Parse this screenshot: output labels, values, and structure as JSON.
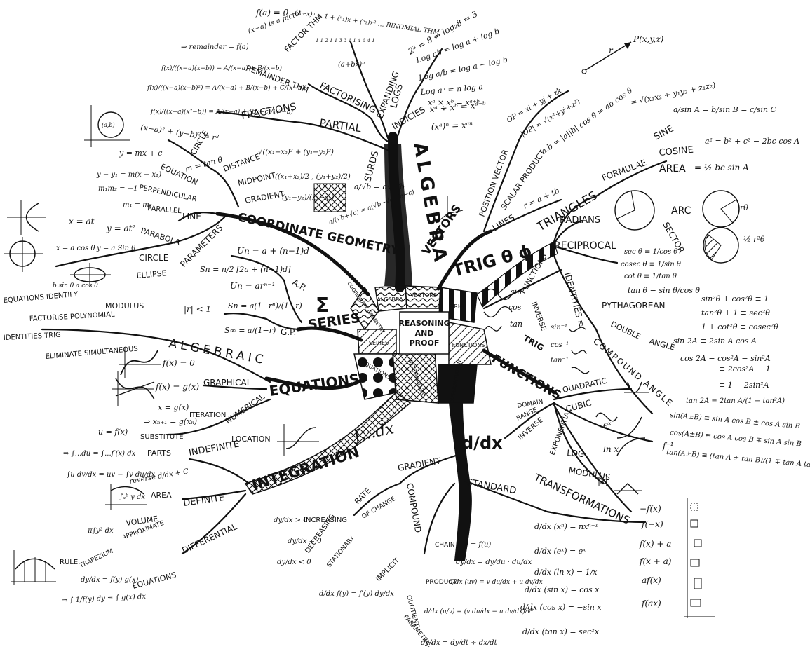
{
  "centre": {
    "top": "REASONING",
    "mid": "AND",
    "bottom": "PROOF"
  },
  "pieces": {
    "algebra": "ALGEBRA",
    "vectors": "VECTORS",
    "trig": "TRIG",
    "functions": "FUNCTIONS",
    "series": "SERIES",
    "equations": "EQUATIONS",
    "integration": "INTEGRATION",
    "differentiation": "DIFFERENTIATION",
    "coordinate_geometry": "COORDINATE GEOMETRY"
  },
  "algebra": {
    "title": "ALGEBRA",
    "surds": "SURDS",
    "surd_formula_1": "a/√b = a√b/b",
    "surd_formula_2": "a/(√b+√c) = a(√b−√c)/(b−c)",
    "indices": "INDICIES",
    "index_law_1": "xᵃ ÷ xᵇ = xᵃ⁻ᵇ",
    "index_law_2": "(xᵃ)ⁿ = xᵃⁿ",
    "logs": "LOGS",
    "log_def": "2³ = 8 ⇔ log₂8 = 3",
    "log_law_1": "Log ab = log a + log b",
    "log_law_2": "Log a/b = log a − log b",
    "log_law_3": "Log aⁿ = n log a",
    "log_law_4": "xᵃ × xᵇ = xᵃ⁺ᵇ",
    "expanding": "EXPANDING",
    "binomial": "(1+x)ⁿ = 1 + (ⁿ₁)x + (ⁿ₂)x² … BINOMIAL THM",
    "pascal": "1  1 2 1  1 3 3 1  1 4 6 4 1",
    "binomial_general": "(a+bx)ⁿ",
    "factorising": "FACTORISING",
    "factor_thm": "FACTOR THM",
    "factor_f": "f(a) = 0",
    "factor_result": "(x−a) is a factor",
    "remainder_thm": "REMAINDER THM.",
    "remainder_f": "⇒ remainder = f(a)",
    "partial": "PARTIAL",
    "fractions": "FRACTIONS",
    "pf_1": "f(x)/((x−a)(x−b)) = A/(x−a) + B/(x−b)",
    "pf_2": "f(x)/((x−a)(x−b)²) = A/(x−a) + B/(x−b) + C/(x−b)²",
    "pf_3": "f(x)/((x−a)(x²−b)) = A/(x−a) + (bx+c)/(x²−b)"
  },
  "coordinate_geometry": {
    "title": "COORDINATE GEOMETRY",
    "gradient": "GRADIENT",
    "gradient_formula": "(y₁−y₂)/(x₁−x₂)",
    "midpoint": "MIDPOINT",
    "midpoint_formula": "((x₁+x₂)/2 , (y₁+y₂)/2)",
    "distance": "DISTANCE",
    "distance_formula": "√((x₁−x₂)² + (y₁−y₂)²)",
    "circle": "CIRCLE",
    "circle_eq": "(x−a)² + (y−b)² = r²",
    "circle_centre": "(a,b)",
    "line": "LINE",
    "equation": "EQUATION",
    "line_eq_1": "y = mx + c",
    "line_eq_2": "y − y₁ = m(x − x₁)",
    "m_tan": "m = tan θ",
    "perpendicular": "PERPENDICULAR",
    "perp_rule": "m₁m₂ = −1",
    "parallel": "PARALLEL",
    "parallel_rule": "m₁ = m₂",
    "parameters": "PARAMETERS",
    "parabola": "PARABOLA",
    "parabola_x": "x = at",
    "parabola_y": "y = at²",
    "param_circle": "CIRCLE",
    "circle_x": "x = a cos θ",
    "circle_y": "y = a Sin θ",
    "ellipse": "ELLIPSE",
    "ellipse_params": "b sin θ   a cos θ"
  },
  "series": {
    "title": "SERIES",
    "sigma": "Σ",
    "ap": "A.P.",
    "ap_1": "Un = a + (n−1)d",
    "ap_2": "Sn = n/2 [2a + (n−1)d]",
    "gp": "G.P.",
    "gp_1": "Un = arⁿ⁻¹",
    "gp_2": "Sn = a(1−rⁿ)/(1−r)",
    "gp_3": "S∞ = a/(1−r)",
    "gp_cond": "|r| < 1"
  },
  "equations": {
    "title": "EQUATIONS",
    "algebraic": "ALGEBRAIC",
    "modulus": "MODULUS",
    "identify": "EQUATIONS IDENTIFY",
    "factorise": "FACTORISE POLYNOMIAL",
    "identities": "IDENTITIES TRIG",
    "simultaneous": "ELIMINATE SIMULTANEOUS",
    "graphical": "GRAPHICAL",
    "graph_1": "f(x) = 0",
    "graph_2": "f(x) = g(x)",
    "numerical": "NUMERICAL",
    "iteration": "ITERATION",
    "iter_1": "x = g(x)",
    "iter_2": "⇒ xₙ₊₁ = g(xₙ)",
    "location": "LOCATION"
  },
  "integration": {
    "title": "INTEGRATION",
    "symbol": "∫...dx",
    "indefinite": "INDEFINITE",
    "substitute": "SUBSTITUTE",
    "sub_1": "u = f(x)",
    "sub_2": "⇒ ∫...du = ∫...f′(x) dx",
    "parts": "PARTS",
    "parts_formula": "∫u dv/dx = uv − ∫v du/dx",
    "reverse": "reverse d/dx + C",
    "definite": "DEFINITE",
    "area": "AREA",
    "area_formula": "∫ₐᵇ y dx",
    "volume": "VOLUME",
    "volume_formula": "π∫y² dx",
    "approximate": "APPROXIMATE",
    "trapezium": "TRAPEZIUM",
    "rule": "RULE",
    "differential": "DIFFERENTIAL",
    "de_equations": "EQUATIONS",
    "de_1": "dy/dx = f(y) g(x)",
    "de_2": "⇒ ∫ 1/f(y) dy = ∫ g(x) dx"
  },
  "differentiation": {
    "title": "d/dx",
    "gradient": "GRADIENT",
    "rate": "RATE",
    "of_change": "OF CHANGE",
    "increasing": "INCREASING",
    "inc_cond": "dy/dx > 0",
    "decreasing": "DECREASING",
    "dec_cond": "dy/dx < 0",
    "stationary": "STATIONARY",
    "stat_cond": "dy/dx = 0",
    "compound": "COMPOUND",
    "chain": "CHAIN",
    "chain_formula": "dy/dx = dy/du · du/dx",
    "chain_eq": "y = f(u)",
    "implicit": "IMPLICIT",
    "implicit_formula": "d/dx f(y) = f′(y) dy/dx",
    "product": "PRODUCT",
    "product_formula": "d/dx (uv) = v du/dx + u dv/dx",
    "quotient": "QUOTIENT",
    "quotient_formula": "d/dx (u/v) = (v du/dx − u dv/dx)/v²",
    "parametric": "PARAMETRIC",
    "parametric_formula": "dy/dx = dy/dt ÷ dx/dt",
    "standard": "STANDARD",
    "std_1": "d/dx (xⁿ) = nxⁿ⁻¹",
    "std_2": "d/dx (eˣ) = eˣ",
    "std_3": "d/dx (ln x) = 1/x",
    "std_4": "d/dx (sin x) = cos x",
    "std_5": "d/dx (cos x) = −sin x",
    "std_6": "d/dx (tan x) = sec²x"
  },
  "vectors": {
    "title": "VECTORS",
    "position_vector": "POSITION VECTOR",
    "pv_1": "OP = xi + yj + zk",
    "pv_2": "|OP| = √(x²+y²+z²)",
    "scalar_product": "SCALAR PRODUCT",
    "sp_formula": "a.b = |a||b| cos θ = ab cos θ",
    "sp_result": "= √(x₁x₂ + y₁y₂ + z₁z₂)",
    "lines": "LINES",
    "line_eq": "r = a + tb",
    "point": "P(x,y,z)",
    "point_r": "r"
  },
  "trig": {
    "title": "TRIG θ ϕ",
    "triangles": "TRIANGLES",
    "formulae": "FORMULAE",
    "sine": "SINE",
    "sine_rule": "a/sin A = b/sin B = c/sin C",
    "cosine": "COSINE",
    "cosine_rule": "a² = b² + c² − 2bc cos A",
    "area": "AREA",
    "area_rule": "= ½ bc sin A",
    "radians": "RADIANS",
    "arc": "ARC",
    "arc_formula": "rθ",
    "sector": "SECTOR",
    "sector_formula": "½ r²θ",
    "reciprocal": "RECIPROCAL",
    "rec_1": "sec θ ≡ 1/cos θ",
    "rec_2": "cosec θ ≡ 1/sin θ",
    "rec_3": "cot θ ≡ 1/tan θ",
    "identities": "IDENTITIES ≡",
    "id_1": "tan θ ≡ sin θ/cos θ",
    "pythagorean": "PYTHAGOREAN",
    "py_1": "sin²θ + cos²θ ≡ 1",
    "py_2": "tan²θ + 1 ≡ sec²θ",
    "py_3": "1 + cot²θ ≡ cosec²θ",
    "double": "DOUBLE",
    "angle": "ANGLE",
    "da_1": "sin 2A ≡ 2sin A cos A",
    "da_2": "cos 2A ≡ cos²A − sin²A",
    "da_3": "≡ 2cos²A − 1",
    "da_4": "≡ 1 − 2sin²A",
    "da_5": "tan 2A ≡ 2tan A/(1 − tan²A)",
    "compound": "COMPOUND ANGLE",
    "ca_1": "sin(A±B) ≡ sin A cos B ± cos A sin B",
    "ca_2": "cos(A±B) ≡ cos A cos B ∓ sin A sin B",
    "ca_3": "tan(A±B) ≡ (tan A ± tan B)/(1 ∓ tan A tan B)"
  },
  "functions": {
    "title": "FUNCTIONS",
    "trig": "TRIG",
    "trig_functions": "FUNCTIONS",
    "inverse_trig": "INVERSE",
    "sin": "sin",
    "cos": "cos",
    "tan": "tan",
    "sin_inv": "sin⁻¹",
    "cos_inv": "cos⁻¹",
    "tan_inv": "tan⁻¹",
    "domain": "DOMAIN",
    "range": "RANGE",
    "inverse": "INVERSE",
    "quadratic": "QUADRATIC",
    "cubic": "CUBIC",
    "exponential": "EXPONENTIAL",
    "log": "LOG",
    "exp_label": "eˣ",
    "ln_label": "ln x",
    "f_inverse": "f⁻¹",
    "modulus": "MODULUS",
    "modulus_label": "|x|",
    "transformations": "TRANSFORMATIONS",
    "tr_1": "−f(x)",
    "tr_2": "f(−x)",
    "tr_3": "f(x) + a",
    "tr_4": "f(x + a)",
    "tr_5": "af(x)",
    "tr_6": "f(ax)"
  }
}
